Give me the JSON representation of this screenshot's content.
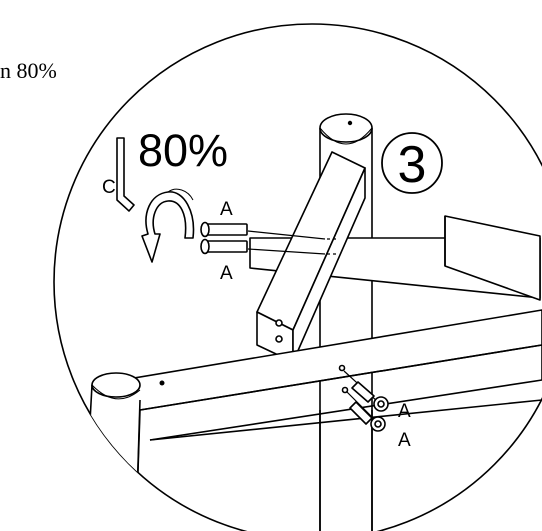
{
  "instruction": {
    "fragment": "n 80%"
  },
  "detail": {
    "tighten_percent": "80%",
    "step_number": "3",
    "tool_label": "C",
    "bolt_labels_upper": [
      "A",
      "A"
    ],
    "bolt_labels_lower": [
      "A",
      "A"
    ]
  },
  "icons": {
    "tool": "allen-key-icon",
    "rotation": "turn-arrow-icon"
  },
  "colors": {
    "line": "#000000",
    "background": "#ffffff"
  }
}
